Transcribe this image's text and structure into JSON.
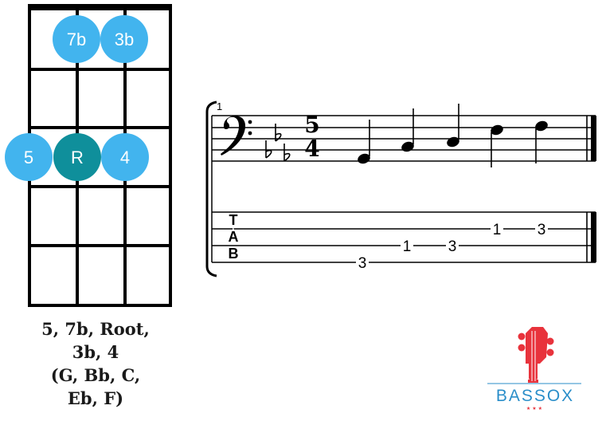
{
  "fretboard": {
    "dots": [
      {
        "label": "7b",
        "string": 2,
        "fret": 1,
        "color": "#42b4ee"
      },
      {
        "label": "3b",
        "string": 3,
        "fret": 1,
        "color": "#42b4ee"
      },
      {
        "label": "5",
        "string": 0,
        "fret": 3,
        "color": "#42b4ee"
      },
      {
        "label": "R",
        "string": 2,
        "fret": 3,
        "color": "#0f8f9b"
      },
      {
        "label": "4",
        "string": 3,
        "fret": 3,
        "color": "#42b4ee"
      }
    ]
  },
  "caption": {
    "line1": "5, 7b, Root,",
    "line2": "3b, 4",
    "line3": "(G, Bb, C,",
    "line4": "Eb, F)"
  },
  "score": {
    "measure_number": "1",
    "time_signature": {
      "top": "5",
      "bottom": "4"
    },
    "tab_letters": [
      "T",
      "A",
      "B"
    ],
    "tab_notes": [
      {
        "fret": "3",
        "string": 4
      },
      {
        "fret": "1",
        "string": 3
      },
      {
        "fret": "3",
        "string": 3
      },
      {
        "fret": "1",
        "string": 2
      },
      {
        "fret": "3",
        "string": 2
      }
    ]
  },
  "logo": {
    "text": "BASSOX",
    "stars": "★★★",
    "color_red": "#e8333c",
    "color_blue": "#2a8ec9"
  }
}
